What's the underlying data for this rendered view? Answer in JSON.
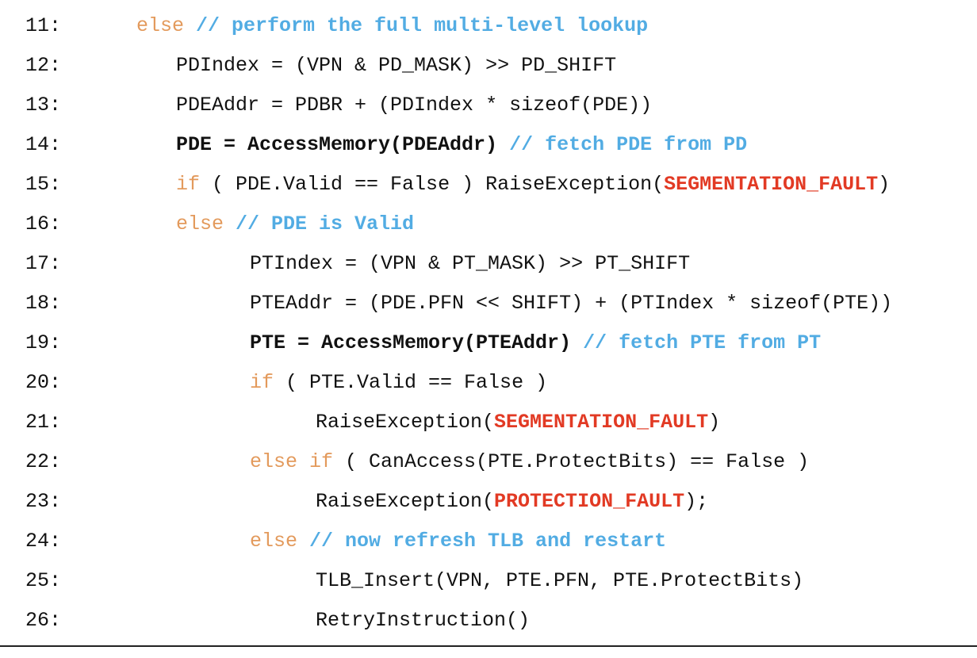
{
  "lines": [
    {
      "number": "11:",
      "indent": 172,
      "segments": [
        {
          "text": "else ",
          "style": "keyword"
        },
        {
          "text": "// perform the full multi-level lookup",
          "style": "comment"
        }
      ]
    },
    {
      "number": "12:",
      "indent": 222,
      "segments": [
        {
          "text": "PDIndex = (VPN & PD_MASK) >> PD_SHIFT",
          "style": "plain"
        }
      ]
    },
    {
      "number": "13:",
      "indent": 222,
      "segments": [
        {
          "text": "PDEAddr = PDBR + (PDIndex * sizeof(PDE))",
          "style": "plain"
        }
      ]
    },
    {
      "number": "14:",
      "indent": 222,
      "segments": [
        {
          "text": "PDE = AccessMemory(PDEAddr) ",
          "style": "bold"
        },
        {
          "text": "// fetch PDE from PD",
          "style": "comment"
        }
      ]
    },
    {
      "number": "15:",
      "indent": 222,
      "segments": [
        {
          "text": "if",
          "style": "keyword"
        },
        {
          "text": " ( PDE.Valid == False ) RaiseException(",
          "style": "plain"
        },
        {
          "text": "SEGMENTATION_FAULT",
          "style": "error"
        },
        {
          "text": ")",
          "style": "plain"
        }
      ]
    },
    {
      "number": "16:",
      "indent": 222,
      "segments": [
        {
          "text": "else ",
          "style": "keyword"
        },
        {
          "text": "// PDE is Valid",
          "style": "comment"
        }
      ]
    },
    {
      "number": "17:",
      "indent": 315,
      "segments": [
        {
          "text": "PTIndex = (VPN & PT_MASK) >> PT_SHIFT",
          "style": "plain"
        }
      ]
    },
    {
      "number": "18:",
      "indent": 315,
      "segments": [
        {
          "text": "PTEAddr = (PDE.PFN << SHIFT) + (PTIndex * sizeof(PTE))",
          "style": "plain"
        }
      ]
    },
    {
      "number": "19:",
      "indent": 315,
      "segments": [
        {
          "text": "PTE = AccessMemory(PTEAddr) ",
          "style": "bold"
        },
        {
          "text": "// fetch PTE from PT",
          "style": "comment"
        }
      ]
    },
    {
      "number": "20:",
      "indent": 315,
      "segments": [
        {
          "text": "if",
          "style": "keyword"
        },
        {
          "text": " ( PTE.Valid == False )",
          "style": "plain"
        }
      ]
    },
    {
      "number": "21:",
      "indent": 398,
      "segments": [
        {
          "text": "RaiseException(",
          "style": "plain"
        },
        {
          "text": "SEGMENTATION_FAULT",
          "style": "error"
        },
        {
          "text": ")",
          "style": "plain"
        }
      ]
    },
    {
      "number": "22:",
      "indent": 315,
      "segments": [
        {
          "text": "else if",
          "style": "keyword"
        },
        {
          "text": " ( CanAccess(PTE.ProtectBits) == False )",
          "style": "plain"
        }
      ]
    },
    {
      "number": "23:",
      "indent": 398,
      "segments": [
        {
          "text": "RaiseException(",
          "style": "plain"
        },
        {
          "text": "PROTECTION_FAULT",
          "style": "error"
        },
        {
          "text": ");",
          "style": "plain"
        }
      ]
    },
    {
      "number": "24:",
      "indent": 315,
      "segments": [
        {
          "text": "else ",
          "style": "keyword"
        },
        {
          "text": "// now refresh TLB and restart",
          "style": "comment"
        }
      ]
    },
    {
      "number": "25:",
      "indent": 398,
      "segments": [
        {
          "text": "TLB_Insert(VPN, PTE.PFN, PTE.ProtectBits)",
          "style": "plain"
        }
      ]
    },
    {
      "number": "26:",
      "indent": 398,
      "segments": [
        {
          "text": "RetryInstruction()",
          "style": "plain"
        }
      ]
    }
  ],
  "colors": {
    "keyword": "#e39a5c",
    "comment": "#52ace3",
    "error": "#e23a24",
    "text": "#111111"
  }
}
